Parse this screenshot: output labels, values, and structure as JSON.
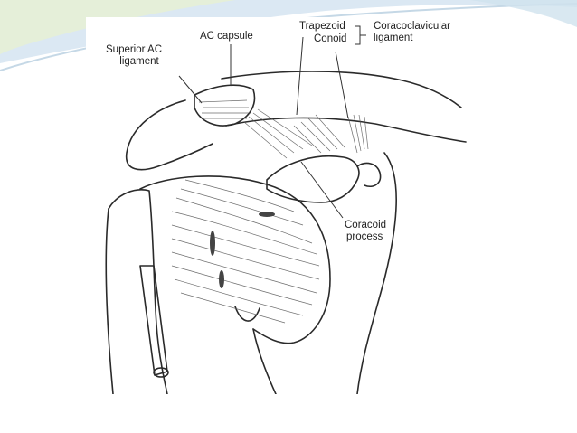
{
  "slide": {
    "background_color": "#ffffff",
    "swoosh_colors": [
      "#d7e6f2",
      "#e8f0d8",
      "#c9dce8"
    ]
  },
  "figure": {
    "labels": {
      "superior_ac_ligament_line1": "Superior AC",
      "superior_ac_ligament_line2": "ligament",
      "ac_capsule": "AC capsule",
      "trapezoid": "Trapezoid",
      "conoid": "Conoid",
      "coracoclavicular_line1": "Coracoclavicular",
      "coracoclavicular_line2": "ligament",
      "coracoid_line1": "Coracoid",
      "coracoid_line2": "process"
    }
  }
}
